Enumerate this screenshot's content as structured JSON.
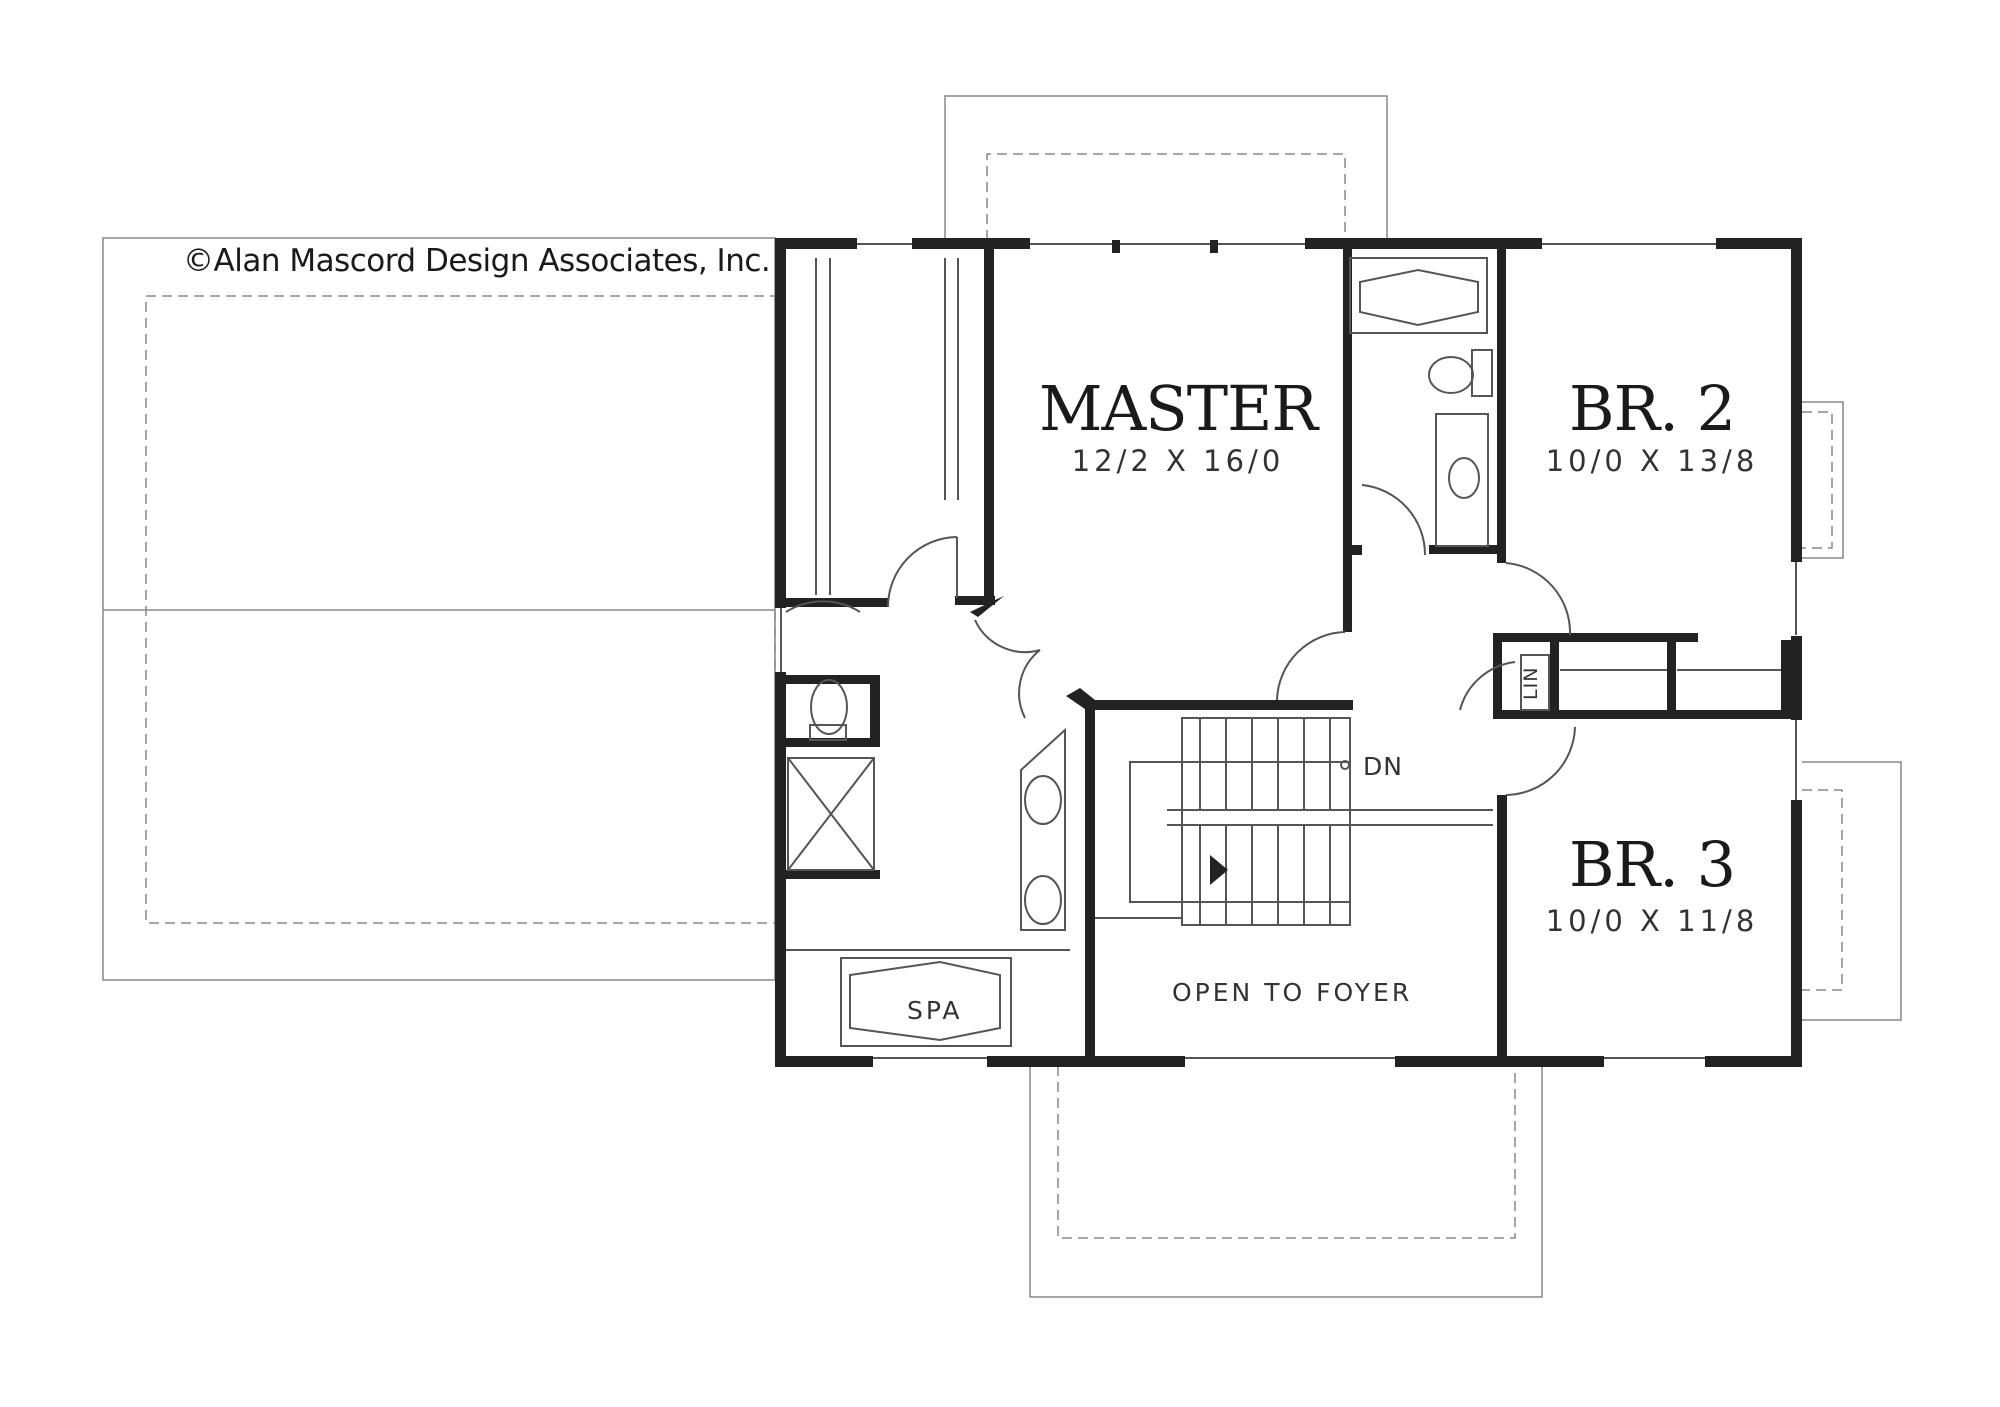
{
  "copyright": "©Alan Mascord Design Associates, Inc.",
  "rooms": {
    "master": {
      "name": "MASTER",
      "dims": "12/2 X 16/0"
    },
    "br2": {
      "name": "BR. 2",
      "dims": "10/0 X 13/8"
    },
    "br3": {
      "name": "BR. 3",
      "dims": "10/0 X 11/8"
    }
  },
  "labels": {
    "spa": "SPA",
    "open_to_foyer": "OPEN TO FOYER",
    "dn": "DN",
    "lin": "LIN"
  },
  "colors": {
    "wall": "#222222",
    "line": "#555555",
    "background": "#ffffff"
  }
}
